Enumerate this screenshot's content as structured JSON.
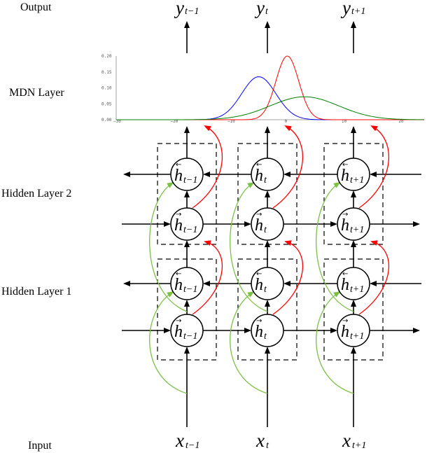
{
  "layer_labels": {
    "output": "Output",
    "mdn": "MDN Layer",
    "hidden2": "Hidden Layer 2",
    "hidden1": "Hidden Layer 1",
    "input": "Input"
  },
  "symbols": {
    "output": "y",
    "input": "x",
    "hidden": "h",
    "backward_arrow": "←",
    "forward_arrow": "→"
  },
  "time_subscripts": [
    "t−1",
    "t",
    "t+1"
  ],
  "mdn_plot": {
    "y_ticks": [
      "0.20",
      "0.15",
      "0.10",
      "0.05",
      "0.00"
    ],
    "x_ticks": [
      "−30",
      "−20",
      "−10",
      "0",
      "10",
      "20"
    ],
    "components": [
      {
        "color": "#0000ff",
        "mean": -5,
        "sd": 3.0,
        "peak": 0.135
      },
      {
        "color": "#ff0000",
        "mean": 0,
        "sd": 2.0,
        "peak": 0.2
      },
      {
        "color": "#008000",
        "mean": 3,
        "sd": 6.0,
        "peak": 0.072
      }
    ],
    "x_range": [
      -30,
      24
    ],
    "y_range": [
      0,
      0.2
    ]
  },
  "colors": {
    "line": "#000000",
    "skip_red": "#ff0000",
    "skip_green": "#7ac143"
  }
}
